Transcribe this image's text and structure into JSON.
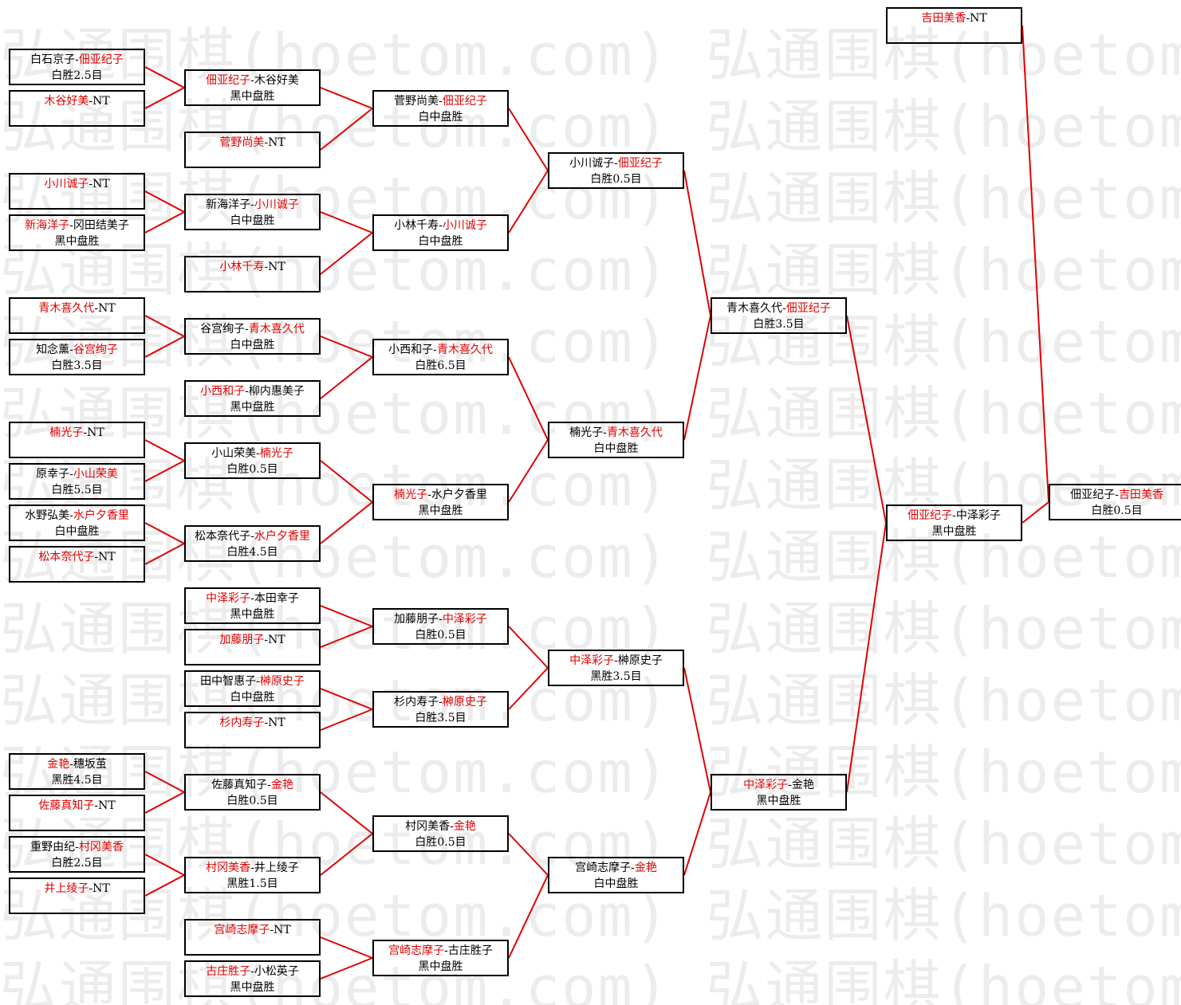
{
  "watermark": "弘通围棋(hoetom.com) 弘通围棋(hoetom.com) 弘通围棋",
  "colors": {
    "winner": "#e00000",
    "line": "#e00000",
    "text": "#000000",
    "watermark": "#ececec"
  },
  "rounds": [
    {
      "name": "round-1",
      "matches": [
        {
          "id": "r1m1",
          "a": "白石京子",
          "b": "佃亚纪子",
          "winner": "b",
          "result": "白胜2.5目"
        },
        {
          "id": "r1m2",
          "a": "木谷好美",
          "b": "NT",
          "winner": "a",
          "result": ""
        },
        {
          "id": "r1m3",
          "a": "小川诚子",
          "b": "NT",
          "winner": "a",
          "result": ""
        },
        {
          "id": "r1m4",
          "a": "新海洋子",
          "b": "冈田结美子",
          "winner": "a",
          "result": "黑中盘胜"
        },
        {
          "id": "r1m5",
          "a": "青木喜久代",
          "b": "NT",
          "winner": "a",
          "result": ""
        },
        {
          "id": "r1m6",
          "a": "知念薰",
          "b": "谷宫绚子",
          "winner": "b",
          "result": "白胜3.5目"
        },
        {
          "id": "r1m7",
          "a": "楠光子",
          "b": "NT",
          "winner": "a",
          "result": ""
        },
        {
          "id": "r1m8",
          "a": "原幸子",
          "b": "小山荣美",
          "winner": "b",
          "result": "白胜5.5目"
        },
        {
          "id": "r1m9",
          "a": "水野弘美",
          "b": "水户夕香里",
          "winner": "b",
          "result": "白中盘胜"
        },
        {
          "id": "r1m10",
          "a": "松本奈代子",
          "b": "NT",
          "winner": "a",
          "result": ""
        },
        {
          "id": "r1m11",
          "a": "金艳",
          "b": "穗坂茧",
          "winner": "a",
          "result": "黑胜4.5目"
        },
        {
          "id": "r1m12",
          "a": "佐藤真知子",
          "b": "NT",
          "winner": "a",
          "result": ""
        },
        {
          "id": "r1m13",
          "a": "重野由纪",
          "b": "村冈美香",
          "winner": "b",
          "result": "白胜2.5目"
        },
        {
          "id": "r1m14",
          "a": "井上绫子",
          "b": "NT",
          "winner": "a",
          "result": ""
        }
      ]
    },
    {
      "name": "round-2",
      "matches": [
        {
          "id": "r2m1",
          "a": "佃亚纪子",
          "b": "木谷好美",
          "winner": "a",
          "result": "黑中盘胜"
        },
        {
          "id": "r2m2",
          "a": "菅野尚美",
          "b": "NT",
          "winner": "a",
          "result": ""
        },
        {
          "id": "r2m3",
          "a": "新海洋子",
          "b": "小川诚子",
          "winner": "b",
          "result": "白中盘胜"
        },
        {
          "id": "r2m4",
          "a": "小林千寿",
          "b": "NT",
          "winner": "a",
          "result": ""
        },
        {
          "id": "r2m5",
          "a": "谷宫绚子",
          "b": "青木喜久代",
          "winner": "b",
          "result": "白中盘胜"
        },
        {
          "id": "r2m6",
          "a": "小西和子",
          "b": "柳内惠美子",
          "winner": "a",
          "result": "黑中盘胜"
        },
        {
          "id": "r2m7",
          "a": "小山荣美",
          "b": "楠光子",
          "winner": "b",
          "result": "白胜0.5目"
        },
        {
          "id": "r2m8",
          "a": "松本奈代子",
          "b": "水户夕香里",
          "winner": "b",
          "result": "白胜4.5目"
        },
        {
          "id": "r2m9",
          "a": "中泽彩子",
          "b": "本田幸子",
          "winner": "a",
          "result": "黑中盘胜"
        },
        {
          "id": "r2m10",
          "a": "加藤朋子",
          "b": "NT",
          "winner": "a",
          "result": ""
        },
        {
          "id": "r2m11",
          "a": "田中智惠子",
          "b": "榊原史子",
          "winner": "b",
          "result": "白中盘胜"
        },
        {
          "id": "r2m12",
          "a": "杉内寿子",
          "b": "NT",
          "winner": "a",
          "result": ""
        },
        {
          "id": "r2m13",
          "a": "佐藤真知子",
          "b": "金艳",
          "winner": "b",
          "result": "白胜0.5目"
        },
        {
          "id": "r2m14",
          "a": "村冈美香",
          "b": "井上绫子",
          "winner": "a",
          "result": "黑胜1.5目"
        },
        {
          "id": "r2m15",
          "a": "宫崎志摩子",
          "b": "NT",
          "winner": "a",
          "result": ""
        },
        {
          "id": "r2m16",
          "a": "古庄胜子",
          "b": "小松英子",
          "winner": "a",
          "result": "黑中盘胜"
        }
      ]
    },
    {
      "name": "round-3",
      "matches": [
        {
          "id": "r3m1",
          "a": "菅野尚美",
          "b": "佃亚纪子",
          "winner": "b",
          "result": "白中盘胜"
        },
        {
          "id": "r3m2",
          "a": "小林千寿",
          "b": "小川诚子",
          "winner": "b",
          "result": "白中盘胜"
        },
        {
          "id": "r3m3",
          "a": "小西和子",
          "b": "青木喜久代",
          "winner": "b",
          "result": "白胜6.5目"
        },
        {
          "id": "r3m4",
          "a": "楠光子",
          "b": "水户夕香里",
          "winner": "a",
          "result": "黑中盘胜"
        },
        {
          "id": "r3m5",
          "a": "加藤朋子",
          "b": "中泽彩子",
          "winner": "b",
          "result": "白胜0.5目"
        },
        {
          "id": "r3m6",
          "a": "杉内寿子",
          "b": "榊原史子",
          "winner": "b",
          "result": "白胜3.5目"
        },
        {
          "id": "r3m7",
          "a": "村冈美香",
          "b": "金艳",
          "winner": "b",
          "result": "白胜0.5目"
        },
        {
          "id": "r3m8",
          "a": "宫崎志摩子",
          "b": "古庄胜子",
          "winner": "a",
          "result": "黑中盘胜"
        }
      ]
    },
    {
      "name": "round-4",
      "matches": [
        {
          "id": "r4m1",
          "a": "小川诚子",
          "b": "佃亚纪子",
          "winner": "b",
          "result": "白胜0.5目"
        },
        {
          "id": "r4m2",
          "a": "楠光子",
          "b": "青木喜久代",
          "winner": "b",
          "result": "白中盘胜"
        },
        {
          "id": "r4m3",
          "a": "中泽彩子",
          "b": "榊原史子",
          "winner": "a",
          "result": "黑胜3.5目"
        },
        {
          "id": "r4m4",
          "a": "宫崎志摩子",
          "b": "金艳",
          "winner": "b",
          "result": "白中盘胜"
        }
      ]
    },
    {
      "name": "round-5",
      "matches": [
        {
          "id": "r5m1",
          "a": "青木喜久代",
          "b": "佃亚纪子",
          "winner": "b",
          "result": "白胜3.5目"
        },
        {
          "id": "r5m2",
          "a": "中泽彩子",
          "b": "金艳",
          "winner": "a",
          "result": "黑中盘胜"
        }
      ]
    },
    {
      "name": "round-6",
      "matches": [
        {
          "id": "r6m1",
          "a": "佃亚纪子",
          "b": "中泽彩子",
          "winner": "a",
          "result": "黑中盘胜"
        },
        {
          "id": "r6m2",
          "a": "吉田美香",
          "b": "NT",
          "winner": "a",
          "result": ""
        }
      ]
    },
    {
      "name": "final",
      "matches": [
        {
          "id": "r7m1",
          "a": "佃亚纪子",
          "b": "吉田美香",
          "winner": "b",
          "result": "白胜0.5目"
        }
      ]
    }
  ],
  "connections": [
    [
      "r1m1",
      "r2m1"
    ],
    [
      "r1m2",
      "r2m1"
    ],
    [
      "r1m3",
      "r2m3"
    ],
    [
      "r1m4",
      "r2m3"
    ],
    [
      "r1m5",
      "r2m5"
    ],
    [
      "r1m6",
      "r2m5"
    ],
    [
      "r1m7",
      "r2m7"
    ],
    [
      "r1m8",
      "r2m7"
    ],
    [
      "r1m9",
      "r2m8"
    ],
    [
      "r1m10",
      "r2m8"
    ],
    [
      "r1m11",
      "r2m13"
    ],
    [
      "r1m12",
      "r2m13"
    ],
    [
      "r1m13",
      "r2m14"
    ],
    [
      "r1m14",
      "r2m14"
    ],
    [
      "r2m1",
      "r3m1"
    ],
    [
      "r2m2",
      "r3m1"
    ],
    [
      "r2m3",
      "r3m2"
    ],
    [
      "r2m4",
      "r3m2"
    ],
    [
      "r2m5",
      "r3m3"
    ],
    [
      "r2m6",
      "r3m3"
    ],
    [
      "r2m7",
      "r3m4"
    ],
    [
      "r2m8",
      "r3m4"
    ],
    [
      "r2m9",
      "r3m5"
    ],
    [
      "r2m10",
      "r3m5"
    ],
    [
      "r2m11",
      "r3m6"
    ],
    [
      "r2m12",
      "r3m6"
    ],
    [
      "r2m13",
      "r3m7"
    ],
    [
      "r2m14",
      "r3m7"
    ],
    [
      "r2m15",
      "r3m8"
    ],
    [
      "r2m16",
      "r3m8"
    ],
    [
      "r3m1",
      "r4m1"
    ],
    [
      "r3m2",
      "r4m1"
    ],
    [
      "r3m3",
      "r4m2"
    ],
    [
      "r3m4",
      "r4m2"
    ],
    [
      "r3m5",
      "r4m3"
    ],
    [
      "r3m6",
      "r4m3"
    ],
    [
      "r3m7",
      "r4m4"
    ],
    [
      "r3m8",
      "r4m4"
    ],
    [
      "r4m1",
      "r5m1"
    ],
    [
      "r4m2",
      "r5m1"
    ],
    [
      "r4m3",
      "r5m2"
    ],
    [
      "r4m4",
      "r5m2"
    ],
    [
      "r5m1",
      "r6m1"
    ],
    [
      "r5m2",
      "r6m1"
    ],
    [
      "r6m1",
      "r7m1"
    ],
    [
      "r6m2",
      "r7m1"
    ]
  ]
}
